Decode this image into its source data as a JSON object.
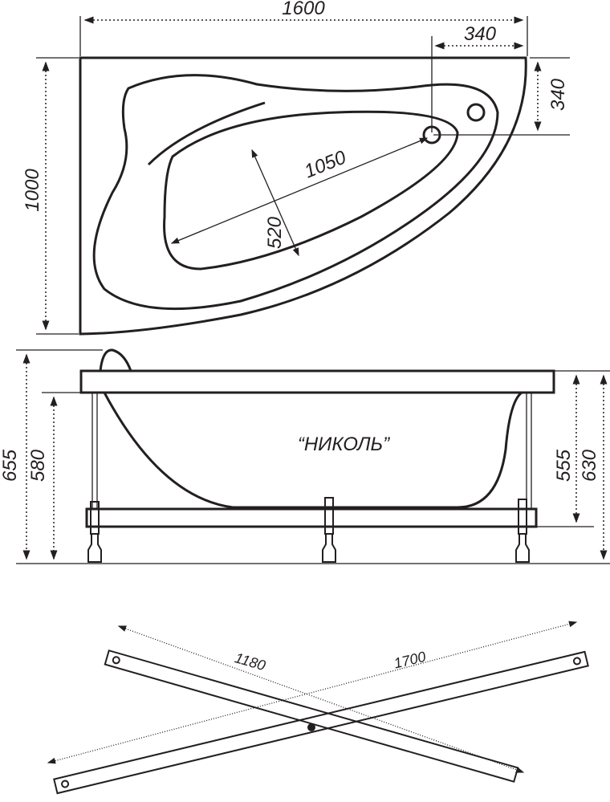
{
  "top_view": {
    "width": "1600",
    "depth": "1000",
    "drain_offset_x": "340",
    "drain_offset_y": "340",
    "bowl_length": "1050",
    "bowl_width": "520"
  },
  "side_view": {
    "model_name": "“НИКОЛЬ”",
    "total_height": "655",
    "rim_height": "580",
    "frame_to_rim": "555",
    "floor_to_rim": "630"
  },
  "frame": {
    "short_bar_length": "1180",
    "long_bar_length": "1700"
  }
}
